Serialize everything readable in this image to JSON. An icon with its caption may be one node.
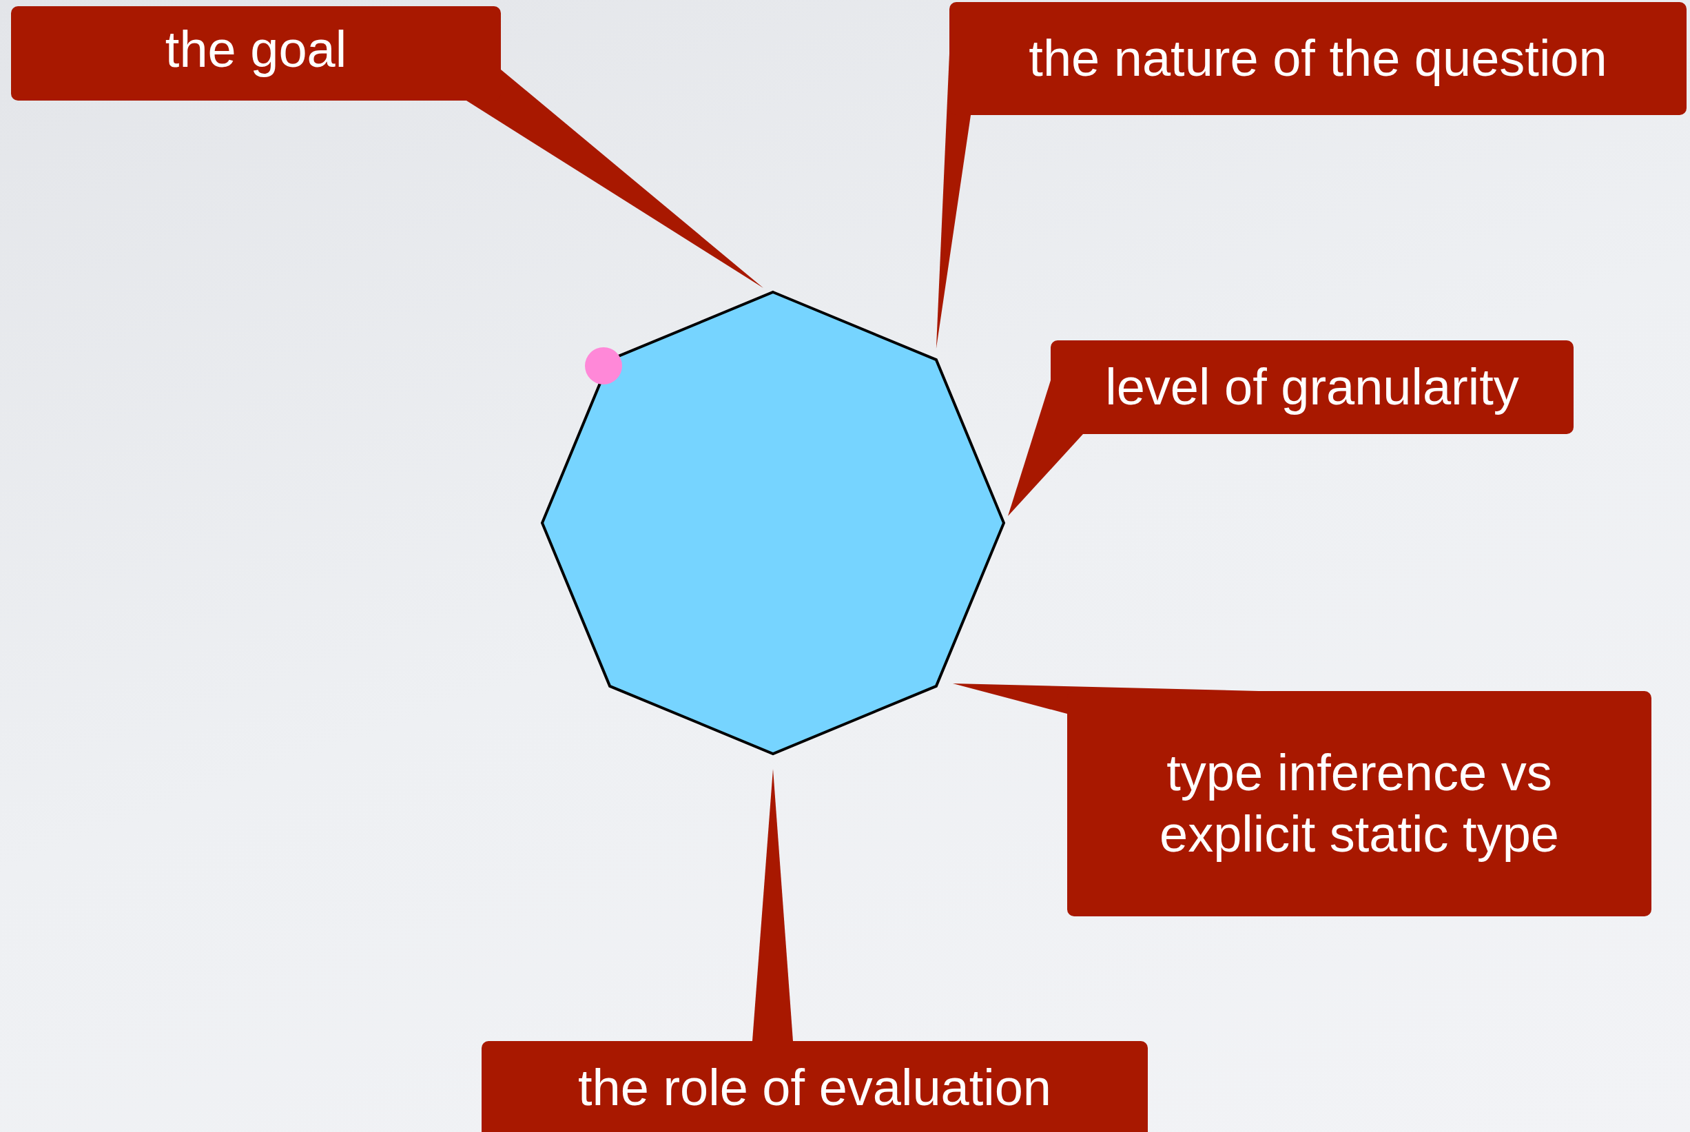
{
  "diagram": {
    "nodes": [
      {
        "text": [
          "the goal"
        ]
      },
      {
        "text": [
          "the nature of the question"
        ]
      },
      {
        "text": [
          "level of granularity"
        ]
      },
      {
        "text": [],
        "shape": "octagon"
      },
      {
        "text": [
          "type inference vs explicit static type"
        ]
      },
      {
        "text": [
          "the role of evaluation"
        ]
      }
    ],
    "edges": [
      {
        "from": 0,
        "to": 3,
        "arrow": "none"
      },
      {
        "from": 1,
        "to": 3,
        "arrow": "none"
      },
      {
        "from": 2,
        "to": 3,
        "arrow": "none"
      },
      {
        "from": 4,
        "to": 3,
        "arrow": "none"
      },
      {
        "from": 5,
        "to": 3,
        "arrow": "none"
      }
    ]
  }
}
